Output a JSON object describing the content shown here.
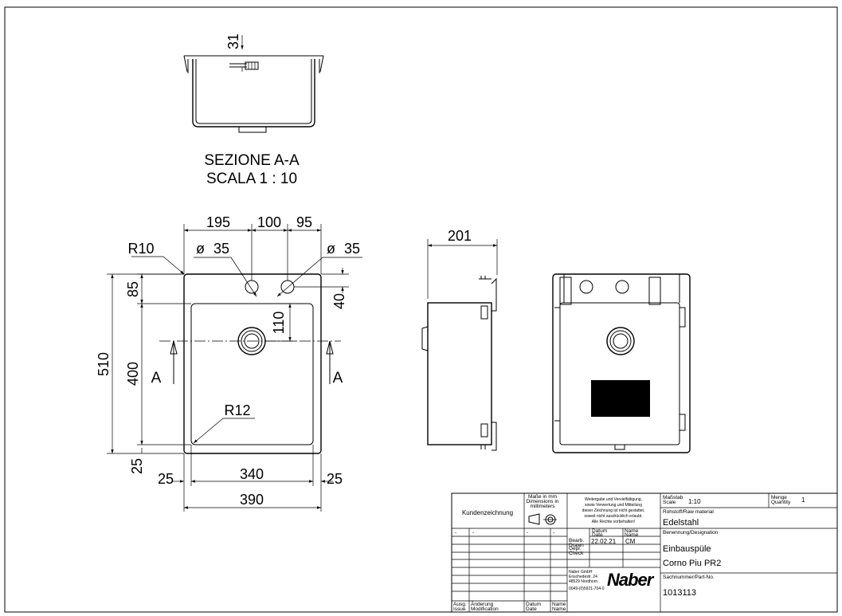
{
  "section_view": {
    "dim_top": "31",
    "title": "SEZIONE A-A",
    "scale": "SCALA 1 : 10"
  },
  "top_view": {
    "dim_195": "195",
    "dim_100": "100",
    "dim_95": "95",
    "radius_outer": "R10",
    "radius_inner": "R12",
    "hole_left": "ø",
    "hole_left_value": "35",
    "hole_right": "ø",
    "hole_right_value": "35",
    "dim_85": "85",
    "dim_40": "40",
    "dim_110": "110",
    "dim_510": "510",
    "dim_400": "400",
    "dim_25_vertical": "25",
    "dim_25_left": "25",
    "dim_340": "340",
    "dim_25_right": "25",
    "dim_390": "390",
    "section_marker": "A"
  },
  "side_view": {
    "dim_201": "201"
  },
  "title_block": {
    "customer_drawing": "Kundenzeichnung",
    "dimensions_label": [
      "Maße in mm",
      "Dimensions in",
      "millimeters"
    ],
    "copyright": [
      "Weitergabe und Vervielfältigung,",
      "sowie Verwertung und Mitteilung",
      "dieser Zeichnung ist nicht gestattet,",
      "soweit nicht ausdrücklich erlaubt.",
      "Alle Rechte vorbehalten!"
    ],
    "scale_label": [
      "Maßstab",
      "Scale"
    ],
    "scale_value": "1:10",
    "quantity_label": [
      "Menge",
      "Quantity"
    ],
    "quantity_value": "1",
    "material_label": "Rohstoff/Raw material",
    "material_value": "Edelstahl",
    "designation_label": "Benennung/Designation",
    "designation_line1": "Einbauspüle",
    "designation_line2": "Corno Piu PR2",
    "part_no_label": "Sachnummer/Part-No.",
    "part_no_value": "1013113",
    "date_label": [
      "Datum",
      "Date"
    ],
    "name_label": [
      "Name",
      "Name"
    ],
    "drawn_label": [
      "Bearb.",
      "Drawn"
    ],
    "drawn_date": "22.02.21",
    "drawn_name": "CM",
    "checked_label": [
      "Gepr.",
      "Check"
    ],
    "dash": "-",
    "issue_label": [
      "Ausg.",
      "Issue"
    ],
    "modification_label": [
      "Änderung",
      "Modification"
    ],
    "company_address": [
      "Naber GmbH",
      "Enschedestr. 24",
      "48529 Nordhorn"
    ],
    "company_phone": "0049-(0)5921-704-0",
    "logo_text": "Naber"
  }
}
